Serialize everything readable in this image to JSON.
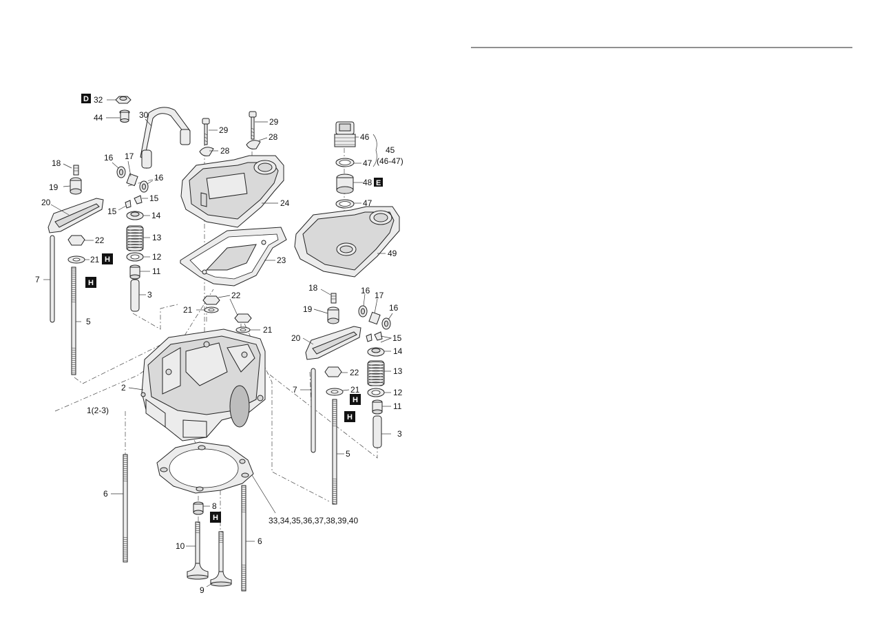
{
  "badges": {
    "D": "D",
    "E": "E",
    "H": "H"
  },
  "labels": [
    {
      "id": "l32",
      "text": "32"
    },
    {
      "id": "l44",
      "text": "44"
    },
    {
      "id": "l30",
      "text": "30"
    },
    {
      "id": "l29a",
      "text": "29"
    },
    {
      "id": "l29b",
      "text": "29"
    },
    {
      "id": "l28a",
      "text": "28"
    },
    {
      "id": "l28b",
      "text": "28"
    },
    {
      "id": "l46",
      "text": "46"
    },
    {
      "id": "l45",
      "text": "45"
    },
    {
      "id": "l4647",
      "text": "(46-47)"
    },
    {
      "id": "l47a",
      "text": "47"
    },
    {
      "id": "l48",
      "text": "48"
    },
    {
      "id": "l47b",
      "text": "47"
    },
    {
      "id": "l18a",
      "text": "18"
    },
    {
      "id": "l16a",
      "text": "16"
    },
    {
      "id": "l17a",
      "text": "17"
    },
    {
      "id": "l16b",
      "text": "16"
    },
    {
      "id": "l19a",
      "text": "19"
    },
    {
      "id": "l15a",
      "text": "15"
    },
    {
      "id": "l15b",
      "text": "15"
    },
    {
      "id": "l20a",
      "text": "20"
    },
    {
      "id": "l14a",
      "text": "14"
    },
    {
      "id": "l24",
      "text": "24"
    },
    {
      "id": "l13a",
      "text": "13"
    },
    {
      "id": "l22a",
      "text": "22"
    },
    {
      "id": "l49",
      "text": "49"
    },
    {
      "id": "l21a",
      "text": "21"
    },
    {
      "id": "l12a",
      "text": "12"
    },
    {
      "id": "l23",
      "text": "23"
    },
    {
      "id": "l11a",
      "text": "11"
    },
    {
      "id": "l7a",
      "text": "7"
    },
    {
      "id": "l3a",
      "text": "3"
    },
    {
      "id": "l22b",
      "text": "22"
    },
    {
      "id": "l21b",
      "text": "21"
    },
    {
      "id": "l21c",
      "text": "21"
    },
    {
      "id": "l5a",
      "text": "5"
    },
    {
      "id": "l18b",
      "text": "18"
    },
    {
      "id": "l16c",
      "text": "16"
    },
    {
      "id": "l17b",
      "text": "17"
    },
    {
      "id": "l16d",
      "text": "16"
    },
    {
      "id": "l19b",
      "text": "19"
    },
    {
      "id": "l15c",
      "text": "15"
    },
    {
      "id": "l20b",
      "text": "20"
    },
    {
      "id": "l14b",
      "text": "14"
    },
    {
      "id": "l13b",
      "text": "13"
    },
    {
      "id": "l22c",
      "text": "22"
    },
    {
      "id": "l2",
      "text": "2"
    },
    {
      "id": "l7b",
      "text": "7"
    },
    {
      "id": "l21d",
      "text": "21"
    },
    {
      "id": "l12b",
      "text": "12"
    },
    {
      "id": "l11b",
      "text": "11"
    },
    {
      "id": "l1",
      "text": "1(2-3)"
    },
    {
      "id": "l3b",
      "text": "3"
    },
    {
      "id": "l5b",
      "text": "5"
    },
    {
      "id": "l6a",
      "text": "6"
    },
    {
      "id": "l8",
      "text": "8"
    },
    {
      "id": "l33",
      "text": "33,34,35,36,37,38,39,40"
    },
    {
      "id": "l10",
      "text": "10"
    },
    {
      "id": "l6b",
      "text": "6"
    },
    {
      "id": "l9",
      "text": "9"
    }
  ]
}
